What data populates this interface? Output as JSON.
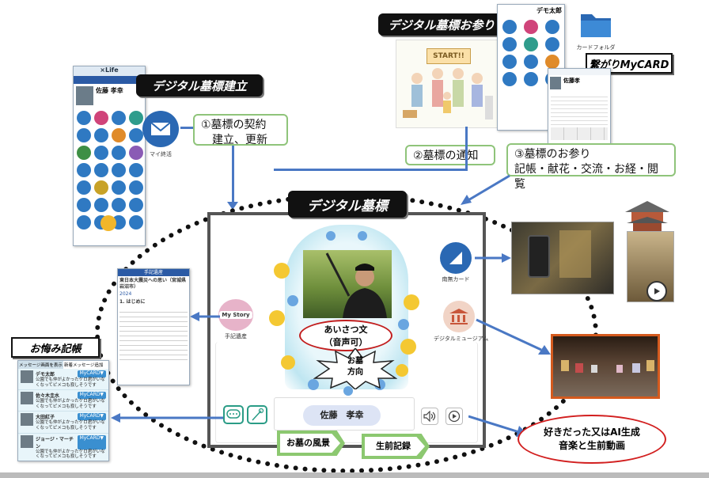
{
  "tags": {
    "build": "デジタル墓標建立",
    "visit": "デジタル墓標お参り",
    "mycard": "繋がりMyCARD",
    "center": "デジタル墓標",
    "condolence": "お悔み記帳"
  },
  "steps": {
    "contract_1": "①墓標の契約",
    "contract_2": "建立、更新",
    "notify": "②墓標の通知",
    "visit_1": "③墓標のお参り",
    "visit_2": "記帳・献花・交流・お経・閲覧"
  },
  "icons": {
    "mail_label": "マイ終活",
    "folder_label": "カードフォルダ",
    "namu_label": "南無カード",
    "museum_label": "デジタルミュージアム",
    "story_label": "手記遺産",
    "story_badge": "My Story"
  },
  "center": {
    "greeting_1": "あいさつ文",
    "greeting_2": "（音声可）",
    "direction_1": "お墓",
    "direction_2": "方向",
    "name": "佐藤　孝幸",
    "scenery": "お墓の風景",
    "life_record": "生前記録"
  },
  "callout": {
    "line1": "好きだった又はAI生成",
    "line2": "音楽と生前動画"
  },
  "app_phone": {
    "brand": "×Life",
    "name": "佐藤 孝幸"
  },
  "visit_card": {
    "start": "START!!",
    "name": "デモ太郎"
  },
  "mycard_phone": {
    "name": "佐藤孝"
  },
  "memoir": {
    "header": "手記遺産",
    "title": "東日本大震災への思い（宮城県岩沼市）",
    "year": "2024",
    "section": "1. はじめに"
  },
  "condolence_list": {
    "tab1": "メッセージ画面を表示",
    "tab2": "新着メッセージ追加",
    "button": "MyCARD▼",
    "entries": [
      {
        "name": "デモ太郎",
        "text": "公園でも仲がよかったケロ君がいなくなってピメコも寂しそうです"
      },
      {
        "name": "佐々木圭水",
        "text": "公園でも仲がよかったケロ君がいなくなってピメコも寂しそうです"
      },
      {
        "name": "大田紅子",
        "text": "公園でも仲がよかったケロ君がいなくなってピメコも寂しそうです"
      },
      {
        "name": "ジョージ・マーチン",
        "text": "公園でも仲がよかったケロ君がいなくなってピメコも寂しそうです"
      }
    ]
  },
  "colors": {
    "arrow": "#4a78c4",
    "green": "#8fc47a",
    "callout_border": "#d21f1f",
    "frame": "#555555"
  }
}
